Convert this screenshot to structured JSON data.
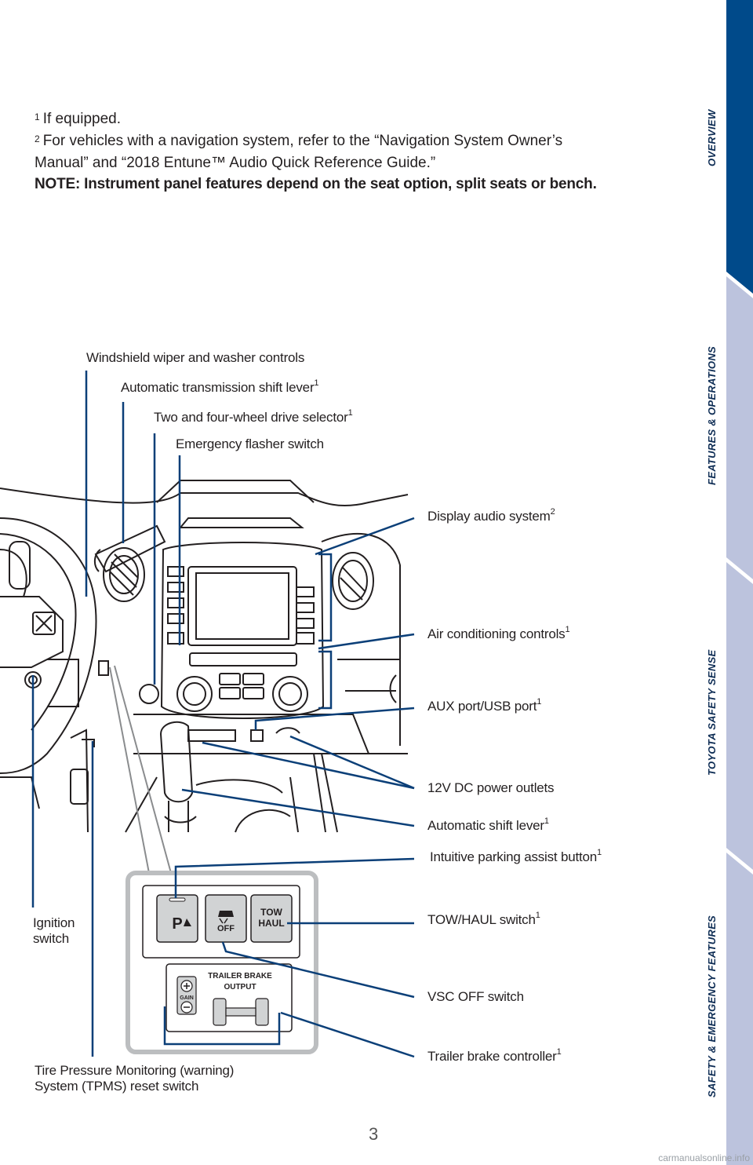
{
  "notes": {
    "note1": "If equipped.",
    "note2_line1": "For vehicles with a navigation system, refer to the “Navigation System Owner’s",
    "note2_line2": "Manual” and “2018 Entune™ Audio Quick Reference Guide.”",
    "sup1": "1",
    "sup2": "2",
    "bold_note": "NOTE: Instrument panel features depend on the seat option, split seats or bench."
  },
  "sidebar": {
    "tabs": [
      {
        "label": "OVERVIEW",
        "color": "#004a8a"
      },
      {
        "label": "FEATURES & OPERATIONS",
        "color": "#bcc3dd"
      },
      {
        "label": "TOYOTA SAFETY SENSE",
        "color": "#bcc3dd"
      },
      {
        "label": "SAFETY & EMERGENCY FEATURES",
        "color": "#bcc3dd"
      }
    ]
  },
  "labels": {
    "wiper": "Windshield wiper and washer controls",
    "trans_shift": "Automatic transmission shift lever",
    "drive_selector": "Two and four-wheel drive selector",
    "flasher": "Emergency flasher switch",
    "display_audio": "Display audio system",
    "air_con": "Air conditioning controls",
    "aux": "AUX port/USB port",
    "dc_outlets": "12V DC power outlets",
    "auto_shift": "Automatic shift lever",
    "parking": "Intuitive parking assist button",
    "tow_haul": "TOW/HAUL switch",
    "vsc": "VSC OFF switch",
    "trailer": "Trailer brake controller",
    "ignition_1": "Ignition",
    "ignition_2": "switch",
    "tpms_1": "Tire Pressure Monitoring (warning)",
    "tpms_2": "System (TPMS) reset switch",
    "sup1": "1",
    "sup2": "2"
  },
  "panel": {
    "tow": "TOW",
    "haul": "HAUL",
    "off": "OFF",
    "trailer_brake": "TRAILER BRAKE",
    "output": "OUTPUT",
    "gain": "GAIN"
  },
  "page_number": "3",
  "watermark": "carmanualsonline.info",
  "colors": {
    "leader": "#0b3f78",
    "sidebar_active": "#004a8a",
    "sidebar_inactive": "#bcc3dd"
  }
}
